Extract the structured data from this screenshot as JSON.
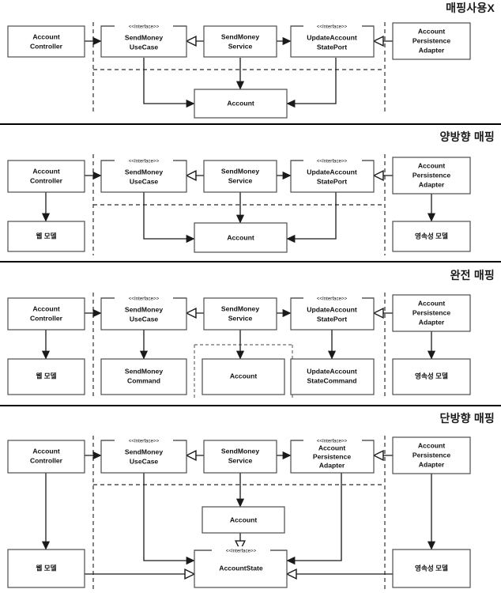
{
  "document": {
    "title": "Hexagonal architecture mapping strategies",
    "panel_count": 4
  },
  "labels": {
    "interface_stereotype": "<<Interface>>",
    "account_controller": "Account\nController",
    "send_money_usecase": "SendMoney\nUseCase",
    "send_money_service": "SendMoney\nService",
    "update_account_state_port": "UpdateAccount\nStatePort",
    "account_persistence_adapter": "Account\nPersistence\nAdapter",
    "account": "Account",
    "account_state": "AccountState",
    "web_model": "웹 모델",
    "persistence_model": "영속성 모델",
    "send_money_command": "SendMoney\nCommand",
    "update_account_state_command": "UpdateAccount\nStateCommand"
  },
  "panels": [
    {
      "id": "no-mapping",
      "title": "매핑사용X",
      "boxes": [
        {
          "name": "account-controller",
          "lines": [
            "Account",
            "Controller"
          ],
          "interface": false
        },
        {
          "name": "send-money-usecase",
          "lines": [
            "SendMoney",
            "UseCase"
          ],
          "interface": true,
          "stereotype": "<<Interface>>"
        },
        {
          "name": "send-money-service",
          "lines": [
            "SendMoney",
            "Service"
          ],
          "interface": false
        },
        {
          "name": "update-account-state-port",
          "lines": [
            "UpdateAccount",
            "StatePort"
          ],
          "interface": true,
          "stereotype": "<<Interface>>"
        },
        {
          "name": "account-persistence-adapter",
          "lines": [
            "Account",
            "Persistence",
            "Adapter"
          ],
          "interface": false
        },
        {
          "name": "account",
          "lines": [
            "Account"
          ],
          "interface": false
        }
      ]
    },
    {
      "id": "two-way-mapping",
      "title": "양방향 매핑",
      "boxes": [
        {
          "name": "account-controller",
          "lines": [
            "Account",
            "Controller"
          ],
          "interface": false
        },
        {
          "name": "send-money-usecase",
          "lines": [
            "SendMoney",
            "UseCase"
          ],
          "interface": true,
          "stereotype": "<<Interface>>"
        },
        {
          "name": "send-money-service",
          "lines": [
            "SendMoney",
            "Service"
          ],
          "interface": false
        },
        {
          "name": "update-account-state-port",
          "lines": [
            "UpdateAccount",
            "StatePort"
          ],
          "interface": true,
          "stereotype": "<<Interface>>"
        },
        {
          "name": "account-persistence-adapter",
          "lines": [
            "Account",
            "Persistence",
            "Adapter"
          ],
          "interface": false
        },
        {
          "name": "web-model",
          "lines": [
            "웹 모델"
          ],
          "interface": false
        },
        {
          "name": "account",
          "lines": [
            "Account"
          ],
          "interface": false
        },
        {
          "name": "persistence-model",
          "lines": [
            "영속성 모델"
          ],
          "interface": false
        }
      ]
    },
    {
      "id": "full-mapping",
      "title": "완전 매핑",
      "boxes": [
        {
          "name": "account-controller",
          "lines": [
            "Account",
            "Controller"
          ],
          "interface": false
        },
        {
          "name": "send-money-usecase",
          "lines": [
            "SendMoney",
            "UseCase"
          ],
          "interface": true,
          "stereotype": "<<Interface>>"
        },
        {
          "name": "send-money-service",
          "lines": [
            "SendMoney",
            "Service"
          ],
          "interface": false
        },
        {
          "name": "update-account-state-port",
          "lines": [
            "UpdateAccount",
            "StatePort"
          ],
          "interface": true,
          "stereotype": "<<Interface>>"
        },
        {
          "name": "account-persistence-adapter",
          "lines": [
            "Account",
            "Persistence",
            "Adapter"
          ],
          "interface": false
        },
        {
          "name": "web-model",
          "lines": [
            "웹 모델"
          ],
          "interface": false
        },
        {
          "name": "send-money-command",
          "lines": [
            "SendMoney",
            "Command"
          ],
          "interface": false
        },
        {
          "name": "account",
          "lines": [
            "Account"
          ],
          "interface": false
        },
        {
          "name": "update-account-state-command",
          "lines": [
            "UpdateAccount",
            "StateCommand"
          ],
          "interface": false
        },
        {
          "name": "persistence-model",
          "lines": [
            "영속성 모델"
          ],
          "interface": false
        }
      ]
    },
    {
      "id": "one-way-mapping",
      "title": "단방향 매핑",
      "boxes": [
        {
          "name": "account-controller",
          "lines": [
            "Account",
            "Controller"
          ],
          "interface": false
        },
        {
          "name": "send-money-usecase",
          "lines": [
            "SendMoney",
            "UseCase"
          ],
          "interface": true,
          "stereotype": "<<Interface>>"
        },
        {
          "name": "send-money-service",
          "lines": [
            "SendMoney",
            "Service"
          ],
          "interface": false
        },
        {
          "name": "account-persistence-adapter-port",
          "lines": [
            "Account",
            "Persistence",
            "Adapter"
          ],
          "interface": true,
          "stereotype": "<<Interface>>"
        },
        {
          "name": "account-persistence-adapter",
          "lines": [
            "Account",
            "Persistence",
            "Adapter"
          ],
          "interface": false
        },
        {
          "name": "web-model",
          "lines": [
            "웹 모델"
          ],
          "interface": false
        },
        {
          "name": "account",
          "lines": [
            "Account"
          ],
          "interface": false
        },
        {
          "name": "account-state",
          "lines": [
            "AccountState"
          ],
          "interface": true,
          "stereotype": "<<Interface>>"
        },
        {
          "name": "persistence-model",
          "lines": [
            "영속성 모델"
          ],
          "interface": false
        }
      ]
    }
  ],
  "colors": {
    "box_stroke": "#4d4d4d",
    "box_fill": "#ffffff",
    "connector": "#1a1a1a",
    "layer_boundary": "#4d4d4d",
    "grouping_dash": "#6b6b6b",
    "divider": "#000000",
    "text": "#111111"
  }
}
